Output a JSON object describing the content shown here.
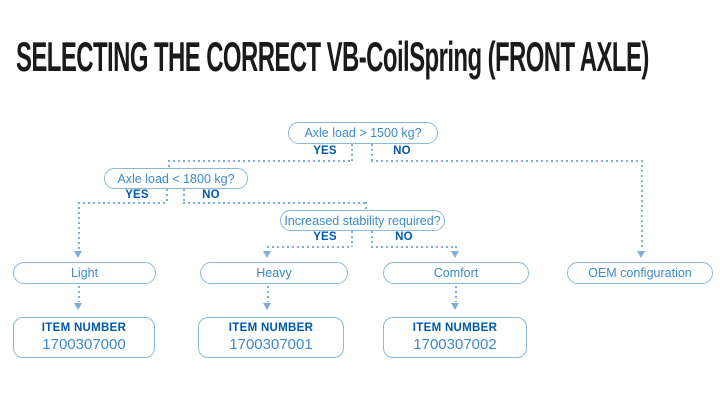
{
  "title": "SELECTING THE CORRECT VB-CoilSpring (FRONT AXLE)",
  "colors": {
    "title": "#1a1a1a",
    "accent_dark_blue": "#0059a8",
    "node_text_blue": "#3c8ac8",
    "node_border_blue": "#8db8de",
    "line_blue": "#7eafdc"
  },
  "flowchart": {
    "decisions": [
      {
        "question": "Axle load > 1500 kg?",
        "yes": "YES",
        "no": "NO"
      },
      {
        "question": "Axle load < 1800 kg?",
        "yes": "YES",
        "no": "NO"
      },
      {
        "question": "Increased stability required?",
        "yes": "YES",
        "no": "NO"
      }
    ],
    "outcomes": [
      {
        "label": "Light"
      },
      {
        "label": "Heavy"
      },
      {
        "label": "Comfort"
      },
      {
        "label": "OEM configuration"
      }
    ],
    "item_boxes": [
      {
        "label": "ITEM NUMBER",
        "number": "1700307000"
      },
      {
        "label": "ITEM NUMBER",
        "number": "1700307001"
      },
      {
        "label": "ITEM NUMBER",
        "number": "1700307002"
      }
    ]
  }
}
